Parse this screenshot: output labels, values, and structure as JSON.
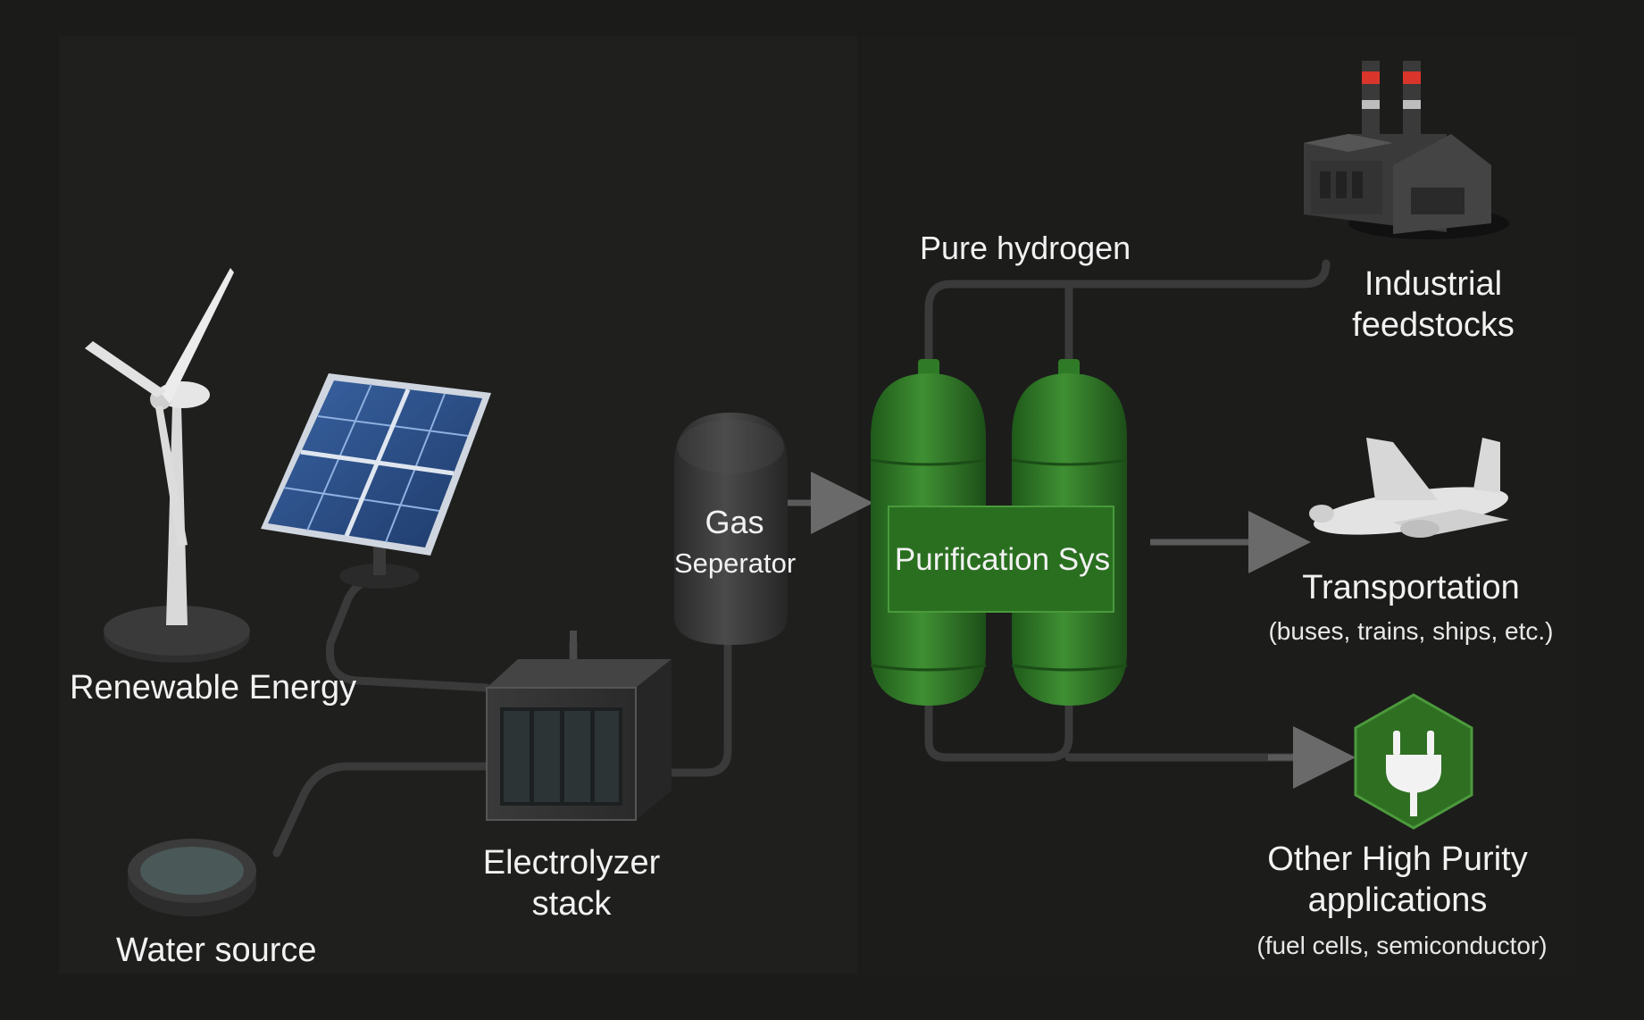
{
  "labels": {
    "renewable_energy": "Renewable Energy",
    "water_source": "Water source",
    "electrolyzer_line1": "Electrolyzer",
    "electrolyzer_line2": "stack",
    "gas_sep_line1": "Gas",
    "gas_sep_line2": "Seperator",
    "purification": "Purification Sys",
    "pure_hydrogen": "Pure hydrogen",
    "industrial_line1": "Industrial",
    "industrial_line2": "feedstocks",
    "transportation": "Transportation",
    "transportation_sub": "(buses, trains, ships, etc.)",
    "other_line1": "Other High Purity",
    "other_line2": "applications",
    "other_sub": "(fuel cells, semiconductor)"
  },
  "icons": [
    "wind-turbine-icon",
    "solar-panel-icon",
    "water-basin-icon",
    "electrolyzer-icon",
    "gas-tank-icon",
    "hydrogen-tank-icon",
    "factory-icon",
    "airplane-icon",
    "power-plug-icon"
  ],
  "colors": {
    "background": "#1b1b1a",
    "tank_green": "#2f7a26",
    "panel_green": "#2a6f20",
    "pipe": "#3a3a3a",
    "arrow": "#5a5a5a",
    "solar_blue": "#2a4f86"
  }
}
